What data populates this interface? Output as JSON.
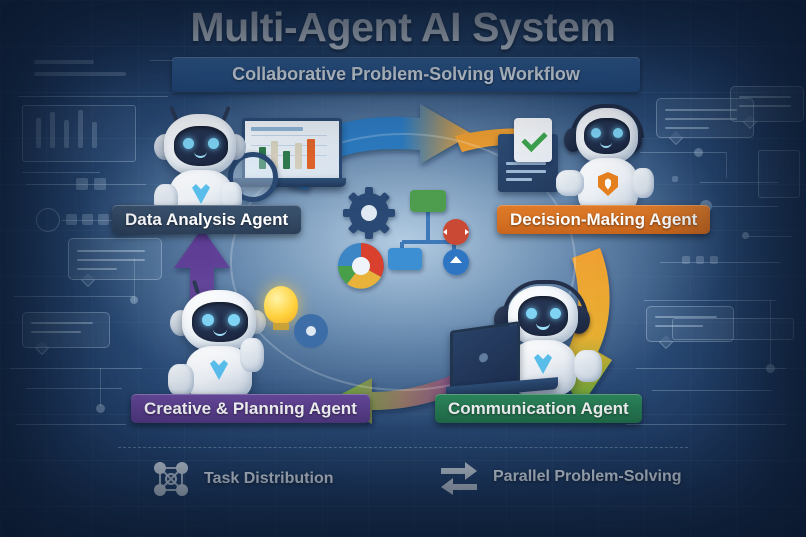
{
  "header": {
    "title": "Multi-Agent AI System",
    "subtitle": "Collaborative Problem-Solving Workflow"
  },
  "agents": [
    {
      "id": "data-analysis",
      "label": "Data Analysis Agent",
      "color": "#2c3f58",
      "position": "top-left"
    },
    {
      "id": "decision-making",
      "label": "Decision-Making Agent",
      "color": "#c9661c",
      "position": "top-right"
    },
    {
      "id": "creative",
      "label": "Creative & Planning Agent",
      "color": "#553a85",
      "position": "bottom-left"
    },
    {
      "id": "communication",
      "label": "Communication Agent",
      "color": "#23734c",
      "position": "bottom-right"
    }
  ],
  "flow_arrows": [
    {
      "id": "top",
      "from": "data-analysis",
      "to": "decision-making",
      "from_color": "#2e7dc4",
      "to_color": "#f0a030",
      "direction": "right"
    },
    {
      "id": "right",
      "from": "decision-making",
      "to": "communication",
      "from_color": "#f0a030",
      "to_color": "#5aa63c",
      "direction": "down"
    },
    {
      "id": "bottom",
      "from": "communication",
      "to": "creative",
      "from_color": "#7b3f8f",
      "to_color": "#6bb03a",
      "direction": "left"
    },
    {
      "id": "left",
      "from": "creative",
      "to": "data-analysis",
      "from_color": "#6a4a9e",
      "to_color": "#6a4a9e",
      "direction": "up"
    }
  ],
  "hub": {
    "name": "central-processing-hub",
    "elements": [
      "gear",
      "donut-chart",
      "green-node",
      "blue-node",
      "red-circle-node",
      "blue-circle-node",
      "flow-connectors"
    ],
    "gear_color": "#2b4a75",
    "donut_colors": [
      "#d9402f",
      "#4a9e4a",
      "#3d86c6",
      "#e8b23a"
    ],
    "green_node_color": "#4f9e4f",
    "blue_node_color": "#3d8fd4",
    "red_circle_color": "#c94a36",
    "blue_circle_color": "#2e76c4"
  },
  "footer": {
    "legend": [
      {
        "id": "task-distribution",
        "label": "Task Distribution",
        "icon": "network-nodes-icon"
      },
      {
        "id": "parallel-problem-solving",
        "label": "Parallel Problem-Solving",
        "icon": "bidirectional-arrows-icon"
      }
    ]
  },
  "theme": {
    "background_dark": "#16273f",
    "background_light": "#bed7eb",
    "accent_blue": "#2e7dc4",
    "accent_orange": "#e07c2a",
    "accent_green": "#2f8b5e",
    "accent_purple": "#6a4a9e"
  }
}
